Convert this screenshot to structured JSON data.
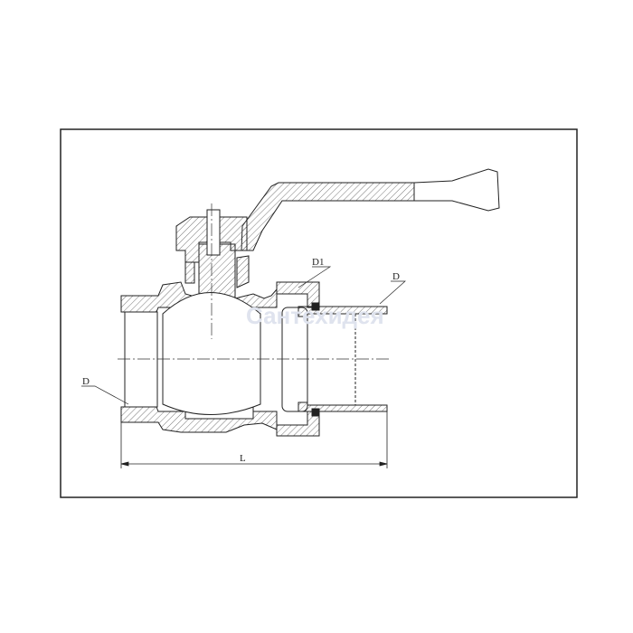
{
  "drawing": {
    "title": "Ball valve with union, sectional view",
    "labels": {
      "d1": "D1",
      "d_right": "D",
      "d_left": "D",
      "length": "L"
    },
    "watermark": "Сантехидея",
    "colors": {
      "line": "#222222",
      "hatch": "#555555",
      "watermark": "#dfe3ee"
    }
  }
}
